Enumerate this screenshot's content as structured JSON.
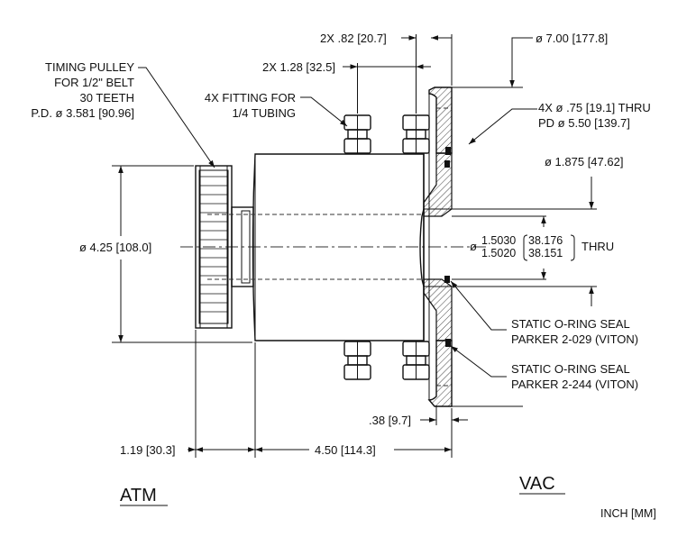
{
  "labels": {
    "timing_pulley": [
      "TIMING PULLEY",
      "FOR 1/2\" BELT",
      "30 TEETH",
      "P.D. ø 3.581 [90.96]"
    ],
    "fitting": [
      "4X FITTING FOR",
      "1/4 TUBING"
    ],
    "dim_082": "2X .82 [20.7]",
    "dim_128": "2X 1.28 [32.5]",
    "dim_700": "ø 7.00 [177.8]",
    "bolt_holes": [
      "4X ø .75 [19.1] THRU",
      "PD ø 5.50 [139.7]"
    ],
    "dim_1875": "ø 1.875 [47.62]",
    "dim_425": "ø 4.25 [108.0]",
    "bore": {
      "prefix": "ø",
      "inch_upper": "1.5030",
      "inch_lower": "1.5020",
      "mm_upper": "38.176",
      "mm_lower": "38.151",
      "suffix": "THRU"
    },
    "oring_1": [
      "STATIC O-RING SEAL",
      "PARKER 2-029 (VITON)"
    ],
    "oring_2": [
      "STATIC O-RING SEAL",
      "PARKER 2-244 (VITON)"
    ],
    "dim_038": ".38 [9.7]",
    "dim_119": "1.19 [30.3]",
    "dim_450": "4.50 [114.3]",
    "atm": "ATM",
    "vac": "VAC",
    "units": "INCH [MM]"
  }
}
